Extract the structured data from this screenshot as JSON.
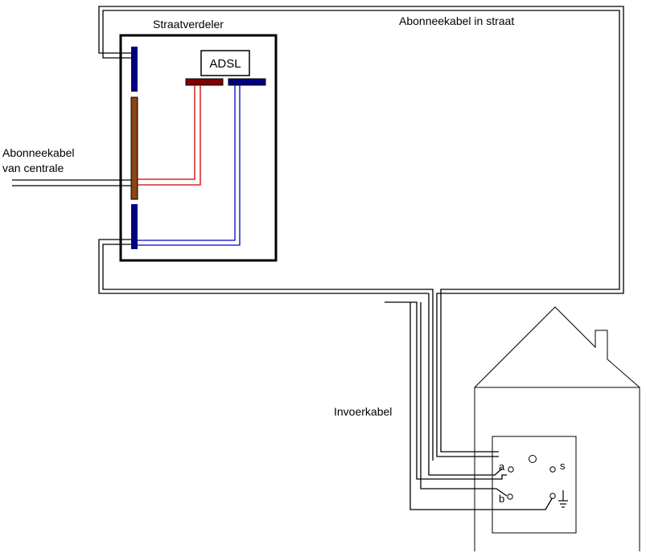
{
  "labels": {
    "straatverdeler": "Straatverdeler",
    "abonneekabel_straat": "Abonneekabel in straat",
    "abonneekabel_line1": "Abonneekabel",
    "abonneekabel_line2": "van centrale",
    "adsl": "ADSL",
    "invoerkabel": "Invoerkabel",
    "terminal_a": "a",
    "terminal_b": "b",
    "terminal_s": "s"
  },
  "colors": {
    "wire": "#000000",
    "wire_red": "#cc0000",
    "wire_blue": "#0000cc",
    "bar_blue": "#000080",
    "bar_brown": "#8b4513",
    "bar_red": "#800000"
  }
}
